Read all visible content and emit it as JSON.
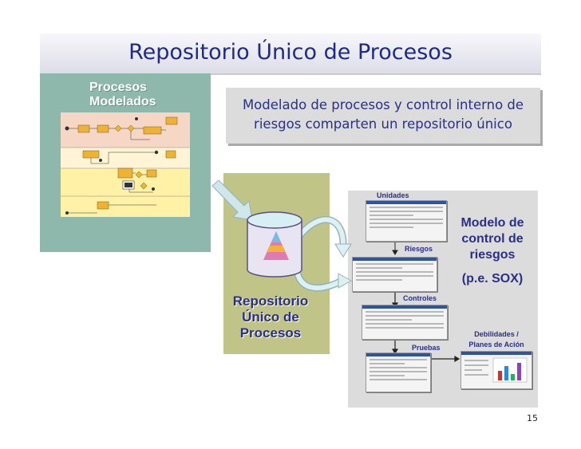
{
  "slide": {
    "title": "Repositorio Único de Procesos",
    "page_number": "15"
  },
  "processes": {
    "title_line1": "Procesos",
    "title_line2": "Modelados"
  },
  "callout": {
    "line1": "Modelado de procesos y control interno de",
    "line2": "riesgos comparten un repositorio único"
  },
  "repository": {
    "line1": "Repositorio",
    "line2": "Único de",
    "line3": "Procesos"
  },
  "risk_model": {
    "title_line1": "Modelo de",
    "title_line2": "control de",
    "title_line3": "riesgos",
    "subtitle": "(p.e. SOX)",
    "labels": {
      "units": "Unidades",
      "risks": "Riesgos",
      "controls": "Controles",
      "tests": "Pruebas",
      "weak_line1": "Debilidades /",
      "weak_line2": "Planes de Ación"
    }
  },
  "colors": {
    "title": "#1f2a86",
    "process_panel": "#8fb8ad",
    "repository_panel": "#c0c486",
    "risk_panel": "#dcdcdc",
    "arrow": "#c5e0e6"
  }
}
